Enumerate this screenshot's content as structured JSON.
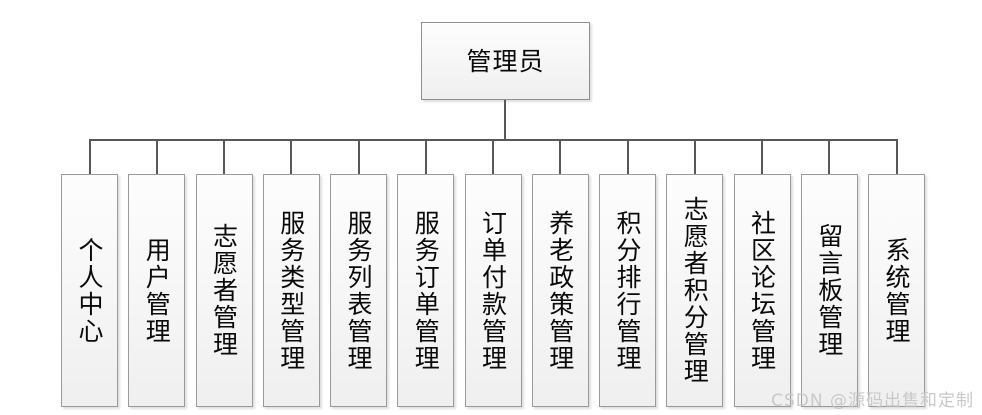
{
  "diagram": {
    "type": "org-chart",
    "title_visible": false,
    "colors": {
      "background": "#ffffff",
      "box_border": "#9a9a9a",
      "box_fill_top": "#fdfdfd",
      "box_fill_bottom": "#efefef",
      "connector": "#58585a",
      "text": "#0a0a0a",
      "watermark": "#c9c9c9"
    },
    "root": {
      "label": "管理员"
    },
    "children": [
      {
        "label": "个人中心"
      },
      {
        "label": "用户管理"
      },
      {
        "label": "志愿者管理"
      },
      {
        "label": "服务类型管理"
      },
      {
        "label": "服务列表管理"
      },
      {
        "label": "服务订单管理"
      },
      {
        "label": "订单付款管理"
      },
      {
        "label": "养老政策管理"
      },
      {
        "label": "积分排行管理"
      },
      {
        "label": "志愿者积分管理"
      },
      {
        "label": "社区论坛管理"
      },
      {
        "label": "留言板管理"
      },
      {
        "label": "系统管理"
      }
    ]
  },
  "watermark": {
    "text": "CSDN @源码出售和定制"
  }
}
